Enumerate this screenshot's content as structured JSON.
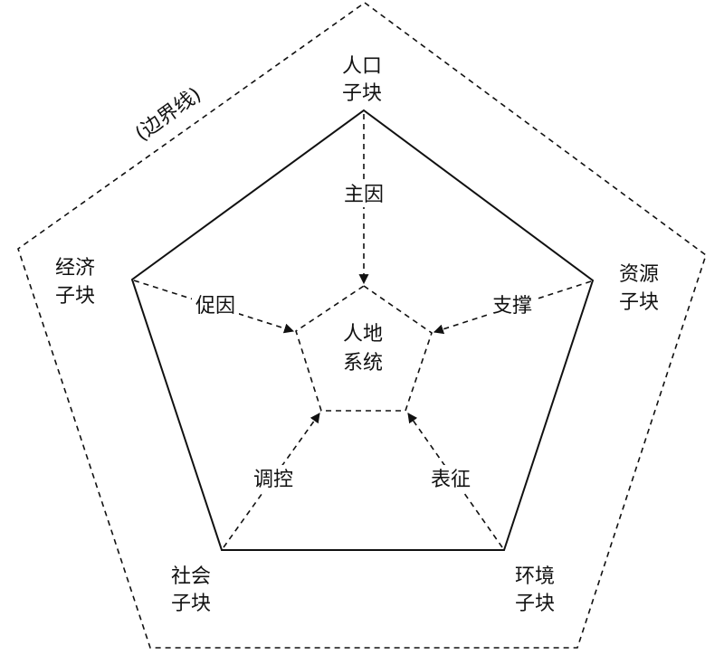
{
  "boundary_label": "(边界线)",
  "center": {
    "line1": "人地",
    "line2": "系统"
  },
  "nodes": {
    "population": {
      "line1": "人口",
      "line2": "子块"
    },
    "resource": {
      "line1": "资源",
      "line2": "子块"
    },
    "environment": {
      "line1": "环境",
      "line2": "子块"
    },
    "society": {
      "line1": "社会",
      "line2": "子块"
    },
    "economy": {
      "line1": "经济",
      "line2": "子块"
    }
  },
  "relations": {
    "population": "主因",
    "resource": "支撑",
    "environment": "表征",
    "society": "调控",
    "economy": "促因"
  },
  "colors": {
    "stroke": "#111111",
    "text": "#111111"
  }
}
